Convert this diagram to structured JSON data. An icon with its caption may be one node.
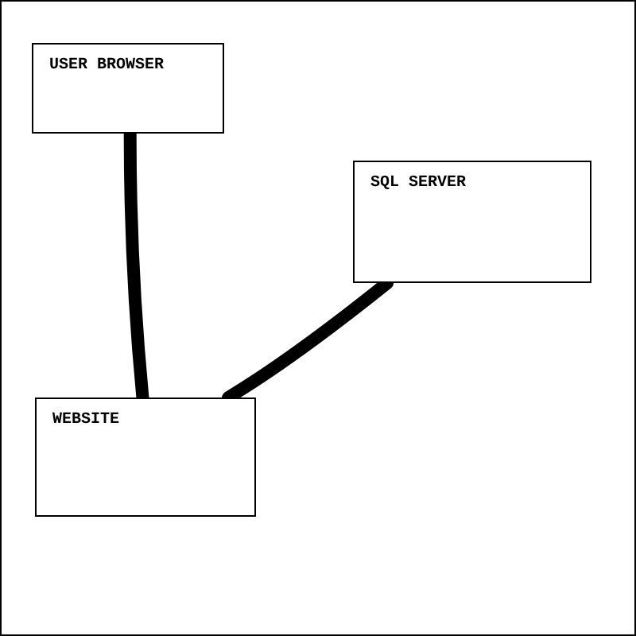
{
  "diagram": {
    "nodes": [
      {
        "text": [
          "USER BROWSER"
        ]
      },
      {
        "text": [
          "SQL SERVER"
        ]
      },
      {
        "text": [
          "WEBSITE"
        ]
      }
    ],
    "edges": [
      {
        "from": 0,
        "to": 2,
        "arrow": "none"
      },
      {
        "from": 2,
        "to": 1,
        "arrow": "none"
      }
    ]
  }
}
